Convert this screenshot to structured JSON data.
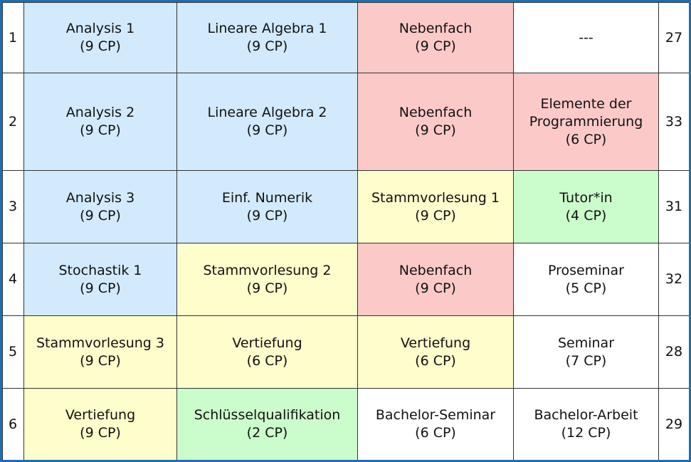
{
  "colors": {
    "frame": "#1f6fb0",
    "core": "#d2eafc",
    "minor": "#fcc9c9",
    "lecture": "#fefdcc",
    "key_skill": "#cbfccb",
    "other": "#ffffff"
  },
  "rows": [
    {
      "semester": "1",
      "total": "27",
      "cells": [
        {
          "line1": "Analysis 1",
          "line2": "(9 CP)"
        },
        {
          "line1": "Lineare Algebra 1",
          "line2": "(9 CP)"
        },
        {
          "line1": "Nebenfach",
          "line2": "(9 CP)"
        },
        {
          "line1": "---"
        }
      ]
    },
    {
      "semester": "2",
      "total": "33",
      "cells": [
        {
          "line1": "Analysis 2",
          "line2": "(9 CP)"
        },
        {
          "line1": "Lineare Algebra 2",
          "line2": "(9 CP)"
        },
        {
          "line1": "Nebenfach",
          "line2": "(9 CP)"
        },
        {
          "line1": "Elemente der",
          "line2": "Programmierung",
          "line3": "(6 CP)"
        }
      ]
    },
    {
      "semester": "3",
      "total": "31",
      "cells": [
        {
          "line1": "Analysis 3",
          "line2": "(9 CP)"
        },
        {
          "line1": "Einf. Numerik",
          "line2": "(9 CP)"
        },
        {
          "line1": "Stammvorlesung 1",
          "line2": "(9 CP)"
        },
        {
          "line1": "Tutor*in",
          "line2": "(4 CP)"
        }
      ]
    },
    {
      "semester": "4",
      "total": "32",
      "cells": [
        {
          "line1": "Stochastik 1",
          "line2": "(9 CP)"
        },
        {
          "line1": "Stammvorlesung 2",
          "line2": "(9 CP)"
        },
        {
          "line1": "Nebenfach",
          "line2": "(9 CP)"
        },
        {
          "line1": "Proseminar",
          "line2": "(5 CP)"
        }
      ]
    },
    {
      "semester": "5",
      "total": "28",
      "cells": [
        {
          "line1": "Stammvorlesung 3",
          "line2": "(9 CP)"
        },
        {
          "line1": "Vertiefung",
          "line2": "(6 CP)"
        },
        {
          "line1": "Vertiefung",
          "line2": "(6 CP)"
        },
        {
          "line1": "Seminar",
          "line2": "(7 CP)"
        }
      ]
    },
    {
      "semester": "6",
      "total": "29",
      "cells": [
        {
          "line1": "Vertiefung",
          "line2": "(9 CP)"
        },
        {
          "line1": "Schlüsselqualifikation",
          "line2": "(2 CP)"
        },
        {
          "line1": "Bachelor-Seminar",
          "line2": "(6 CP)"
        },
        {
          "line1": "Bachelor-Arbeit",
          "line2": "(12 CP)"
        }
      ]
    }
  ]
}
